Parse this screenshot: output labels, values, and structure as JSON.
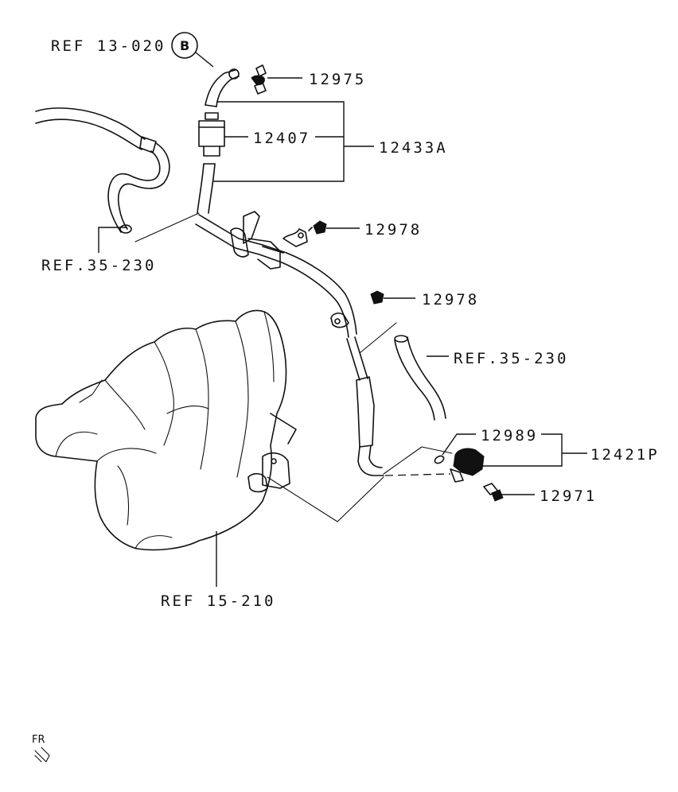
{
  "labels": {
    "ref_13_020": "REF 13-020",
    "ref_13_020_circle": "B",
    "part_12975": "12975",
    "part_12407": "12407",
    "part_12433A": "12433A",
    "ref_35_230_left": "REF.35-230",
    "part_12978_a": "12978",
    "part_12978_b": "12978",
    "ref_35_230_right": "REF.35-230",
    "part_12989": "12989",
    "part_12421P": "12421P",
    "part_12971": "12971",
    "ref_15_210": "REF 15-210",
    "front_marker": "FR"
  }
}
